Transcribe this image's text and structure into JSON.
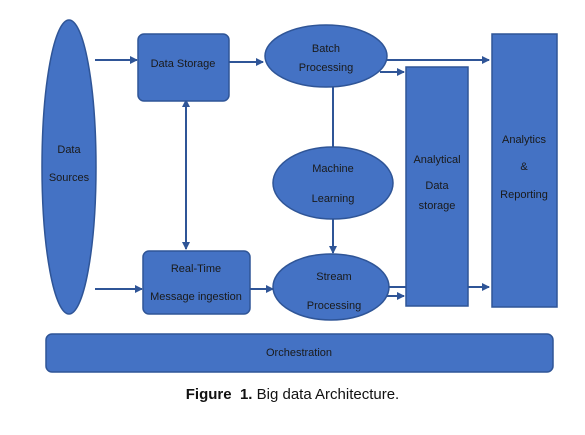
{
  "colors": {
    "fill": "#4472C4",
    "stroke": "#2F5597",
    "text": "#1a1a1a",
    "background": "#ffffff"
  },
  "nodes": {
    "data_sources": {
      "line1": "Data",
      "line2": "Sources"
    },
    "data_storage": {
      "label": "Data Storage"
    },
    "batch_processing": {
      "line1": "Batch",
      "line2": "Processing"
    },
    "machine_learning": {
      "line1": "Machine",
      "line2": "Learning"
    },
    "realtime_ingestion": {
      "line1": "Real-Time",
      "line2": "Message ingestion"
    },
    "stream_processing": {
      "line1": "Stream",
      "line2": "Processing"
    },
    "analytical_storage": {
      "line1": "Analytical",
      "line2": "Data",
      "line3": "storage"
    },
    "analytics_reporting": {
      "line1": "Analytics",
      "line2": "&",
      "line3": "Reporting"
    },
    "orchestration": {
      "label": "Orchestration"
    }
  },
  "caption": {
    "figure_word": "Figure",
    "figure_number": "1.",
    "text": "Big data Architecture."
  }
}
